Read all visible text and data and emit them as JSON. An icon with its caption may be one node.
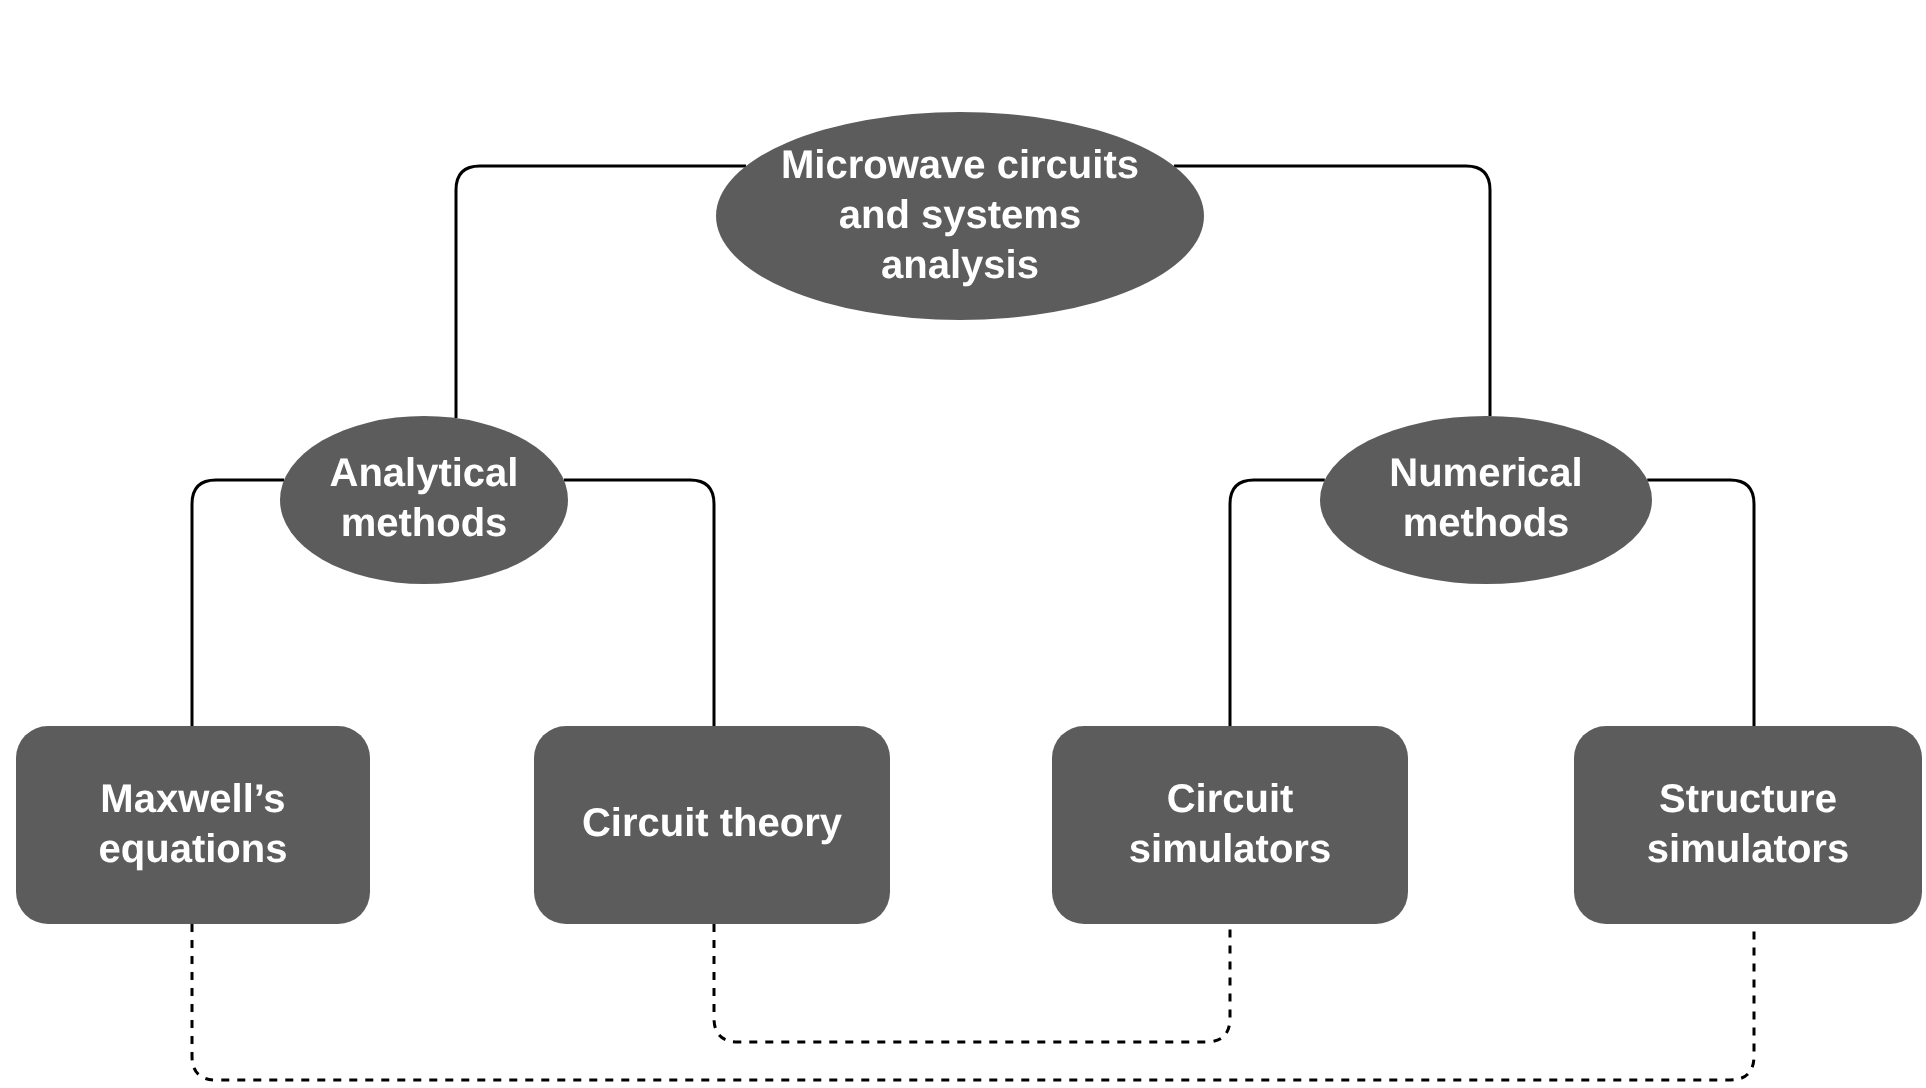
{
  "diagram": {
    "nodes": [
      {
        "text": [
          "Microwave circuits and systems analysis"
        ]
      },
      {
        "text": [
          "Analytical methods"
        ]
      },
      {
        "text": [
          "Numerical methods"
        ]
      },
      {
        "text": [
          "Maxwell’s equations"
        ]
      },
      {
        "text": [
          "Circuit theory"
        ]
      },
      {
        "text": [
          "Circuit simulators"
        ]
      },
      {
        "text": [
          "Structure simulators"
        ]
      }
    ],
    "edges": [
      {
        "from": 0,
        "to": 1,
        "arrow": "none"
      },
      {
        "from": 0,
        "to": 2,
        "arrow": "none"
      },
      {
        "from": 1,
        "to": 3,
        "arrow": "none"
      },
      {
        "from": 1,
        "to": 4,
        "arrow": "none"
      },
      {
        "from": 2,
        "to": 5,
        "arrow": "none"
      },
      {
        "from": 2,
        "to": 6,
        "arrow": "none"
      },
      {
        "from": 3,
        "to": 6,
        "arrow": "none",
        "style": "dashed"
      },
      {
        "from": 4,
        "to": 5,
        "arrow": "none",
        "style": "dashed"
      }
    ]
  }
}
